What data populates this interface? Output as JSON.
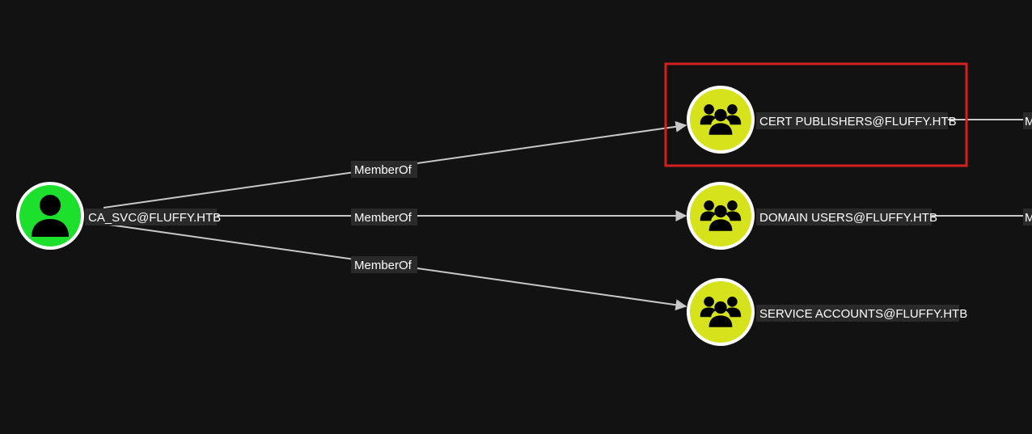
{
  "colors": {
    "background": "#121212",
    "user_node": "#1de02d",
    "group_node": "#d6e21c",
    "node_ring": "#ffffff",
    "edge": "#c8c8c8",
    "highlight": "#d41f1f"
  },
  "nodes": {
    "ca_svc": {
      "label": "CA_SVC@FLUFFY.HTB",
      "icon": "user-icon"
    },
    "cert_publishers": {
      "label": "CERT PUBLISHERS@FLUFFY.HTB",
      "icon": "group-icon"
    },
    "domain_users": {
      "label": "DOMAIN USERS@FLUFFY.HTB",
      "icon": "group-icon"
    },
    "service_accounts": {
      "label": "SERVICE ACCOUNTS@FLUFFY.HTB",
      "icon": "group-icon"
    }
  },
  "edges": {
    "to_cert_publishers": {
      "label": "MemberOf"
    },
    "to_domain_users": {
      "label": "MemberOf"
    },
    "to_service_accounts": {
      "label": "MemberOf"
    },
    "offscreen_1": {
      "label": "M"
    },
    "offscreen_2": {
      "label": "M"
    }
  }
}
